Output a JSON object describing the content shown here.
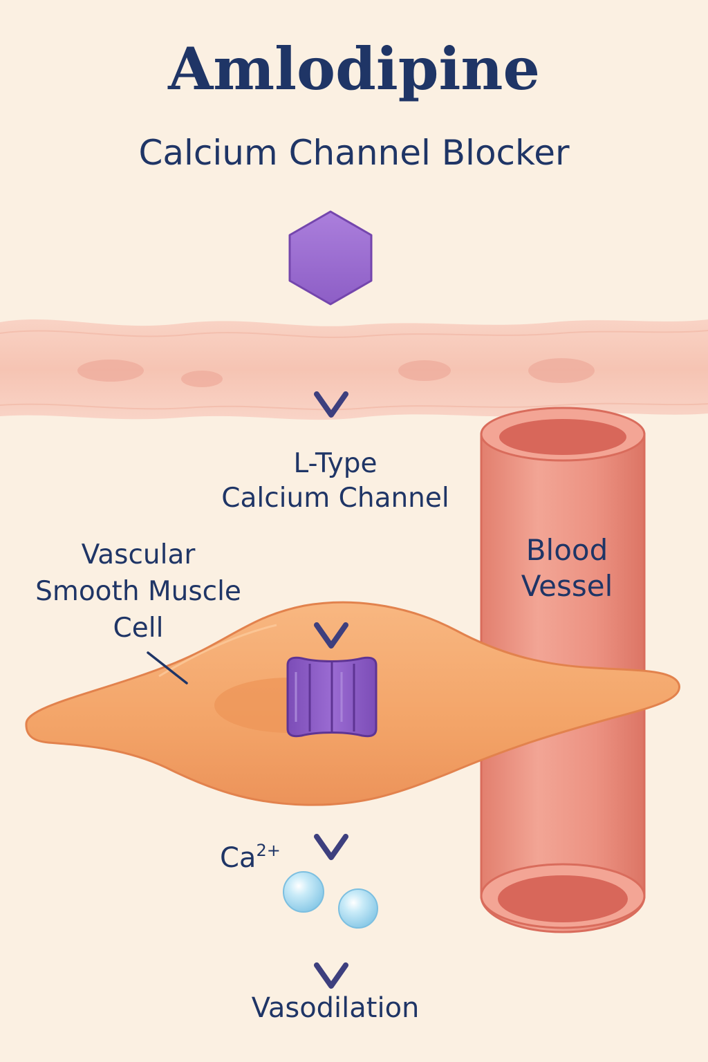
{
  "title": "Amlodipine",
  "subtitle": "Calcium Channel Blocker",
  "labels": {
    "channel_line1": "L-Type",
    "channel_line2": "Calcium Channel",
    "cell_line1": "Vascular",
    "cell_line2": "Smooth Muscle",
    "cell_line3": "Cell",
    "vessel_line1": "Blood",
    "vessel_line2": "Vessel",
    "ion_base": "Ca",
    "ion_charge": "2+",
    "outcome": "Vasodilation"
  },
  "colors": {
    "background": "#fbf0e2",
    "text": "#1f3566",
    "arrow": "#3d3f7e",
    "drug": "#9b6bd0",
    "channel": "#8f5fc6",
    "muscle_cell": "#f3a468",
    "vessel": "#ec9180",
    "membrane": "#f7c9ba",
    "calcium_ion": "#a8daf0"
  },
  "icons": {
    "drug": "hexagon-molecule",
    "channel": "ion-channel",
    "ions": "calcium-ion-spheres"
  }
}
